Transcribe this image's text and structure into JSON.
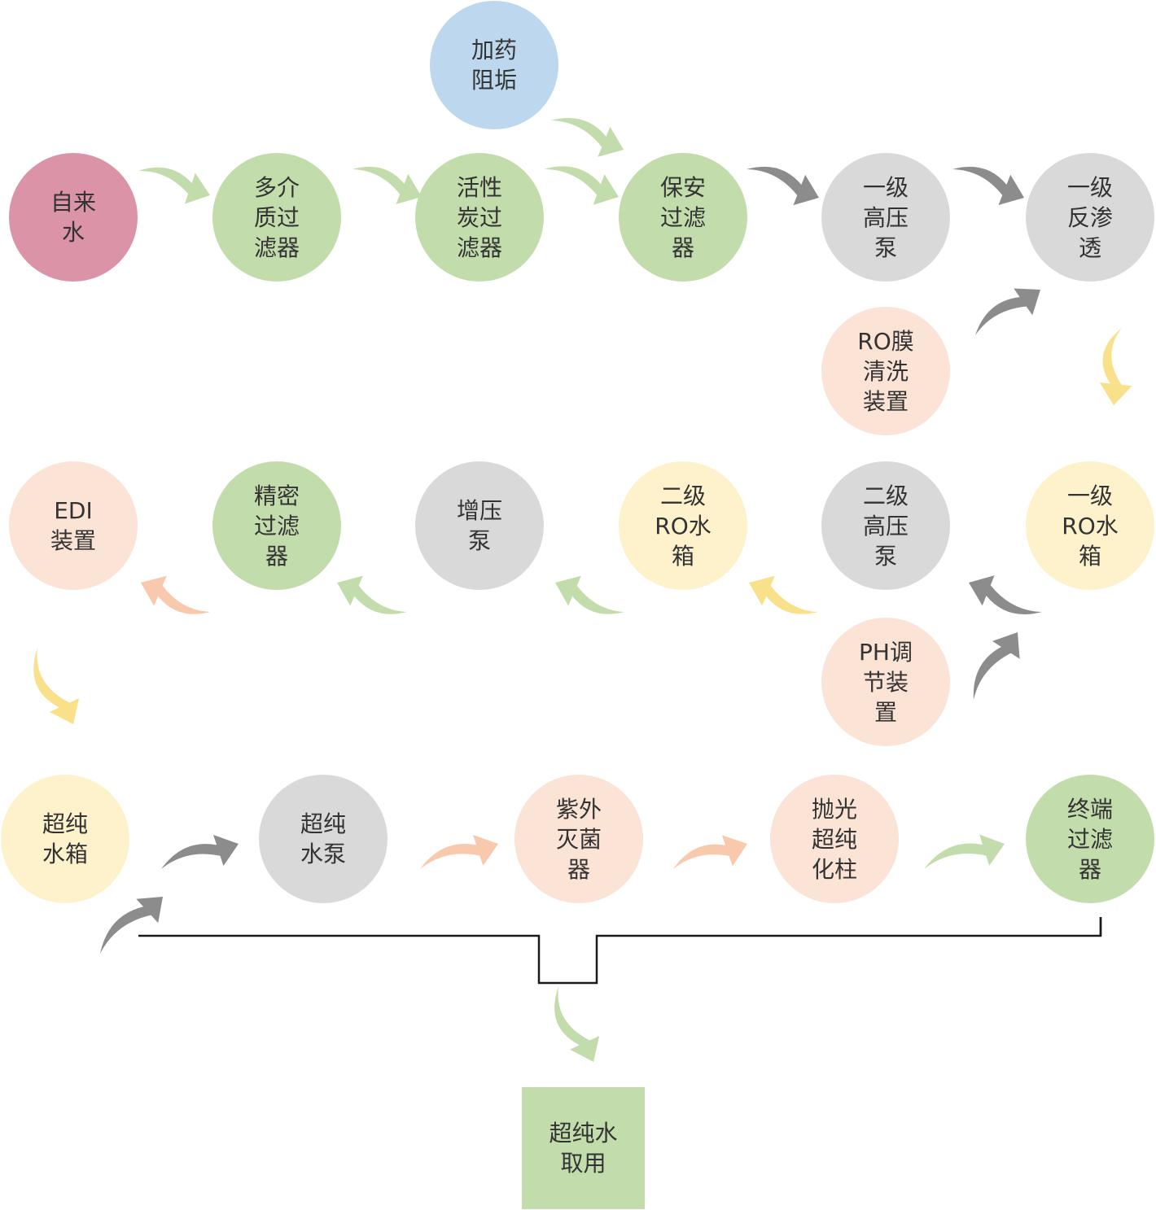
{
  "colors": {
    "red": "#db93a8",
    "green": "#c2dcac",
    "blue": "#bdd7ee",
    "gray": "#d9d9d9",
    "peach": "#fbe3d6",
    "yellow": "#fef2cc",
    "arrow_green": "#c2dcac",
    "arrow_gray": "#8c8c8c",
    "arrow_yellow": "#f9e08a",
    "arrow_peach": "#f8c9ac"
  },
  "nodes": {
    "tap_water": "自来\n水",
    "dosing": "加药\n阻垢",
    "multimedia_filter": "多介\n质过\n滤器",
    "carbon_filter": "活性\n炭过\n滤器",
    "security_filter": "保安\n过滤\n器",
    "hp_pump_1": "一级\n高压\n泵",
    "ro_1": "一级\n反渗\n透",
    "ro_cleaning": "RO膜\n清洗\n装置",
    "ro_tank_1": "一级\nRO水\n箱",
    "hp_pump_2": "二级\n高压\n泵",
    "ph_adjust": "PH调\n节装\n置",
    "ro_tank_2": "二级\nRO水\n箱",
    "booster_pump": "增压\n泵",
    "precision_filter": "精密\n过滤\n器",
    "edi": "EDI\n装置",
    "up_tank": "超纯\n水箱",
    "up_pump": "超纯\n水泵",
    "uv_sterilizer": "紫外\n灭菌\n器",
    "polishing_column": "抛光\n超纯\n化柱",
    "terminal_filter": "终端\n过滤\n器",
    "output": "超纯水\n取用"
  }
}
